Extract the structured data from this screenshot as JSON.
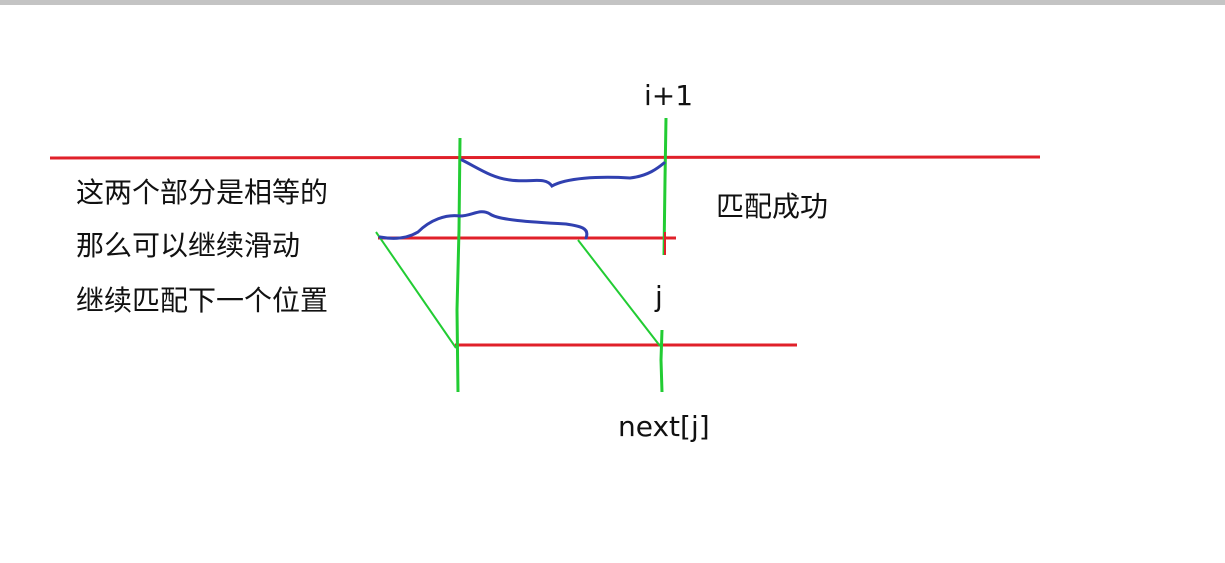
{
  "annotations": {
    "note_lines": [
      "这两个部分是相等的",
      "那么可以继续滑动",
      "继续匹配下一个位置"
    ],
    "match_label": "匹配成功",
    "i_plus_1": "i+1",
    "j": "j",
    "next_j": "next[j]"
  },
  "colors": {
    "text_line": "#e0202a",
    "pattern_marker": "#22cc33",
    "equal_segment_scribble": "#3040b0",
    "top_bar": "#c4c4c4"
  }
}
